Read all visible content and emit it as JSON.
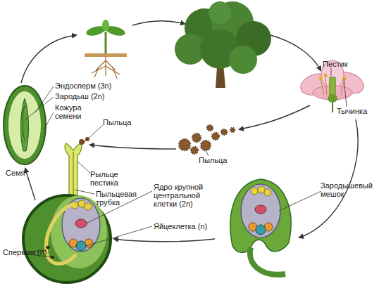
{
  "diagram": {
    "labels": [
      "Эндосперм (3n)",
      "Зародыш (2n)",
      "Кожура семени",
      "Пестик",
      "Пыльца",
      "Пыльца",
      "Семя",
      "Тычинка",
      "Рыльце пестика",
      "Пыльцевая трубка",
      "Ядро крупной центральной клетки (2n)",
      "Зародышевый мешок",
      "Яйцеклетка (n)",
      "Спермии (n)"
    ]
  }
}
